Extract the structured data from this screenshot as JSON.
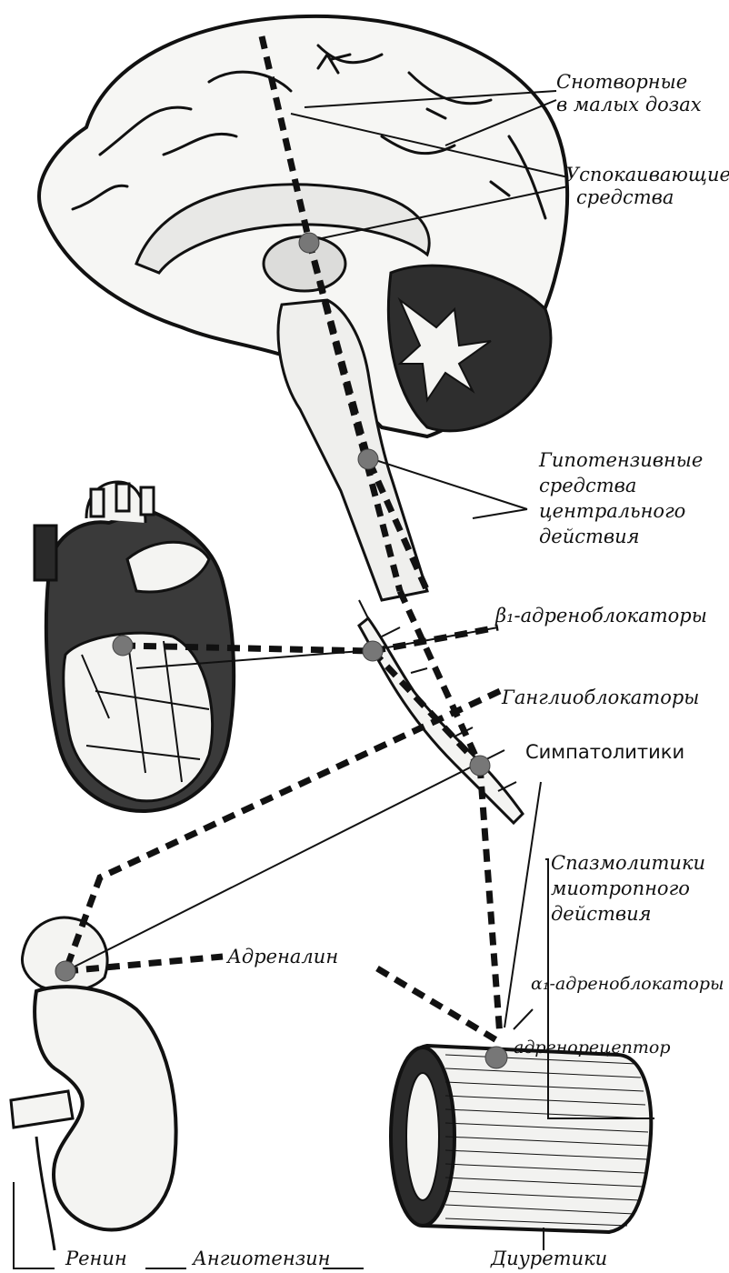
{
  "labels": {
    "hypnotics": [
      "Снотворные",
      "в малых дозах"
    ],
    "sedatives": [
      "Успокаивающие",
      "средства"
    ],
    "central_antihypertensives": [
      "Гипотензивные",
      "средства",
      "центрального",
      "действия"
    ],
    "beta1_blockers": "β₁-адреноблокаторы",
    "ganglionic_blockers": "Ганглиоблокаторы",
    "sympatholytics": "Симпатолитики",
    "myotropic_antispasmodics": [
      "Спазмолитики",
      "миотропного",
      "действия"
    ],
    "alpha1_blockers": "α₁-адреноблокаторы",
    "adrenoreceptor": "адренорецептор",
    "adrenaline": "Адреналин",
    "renin": "Ренин",
    "angiotensin": "Ангиотензин",
    "diuretics": "Диуретики"
  },
  "colors": {
    "ink": "#111111",
    "site_dot": "#777777",
    "organ_fill": "#f4f4f2",
    "shadow": "#3a3a3a"
  }
}
